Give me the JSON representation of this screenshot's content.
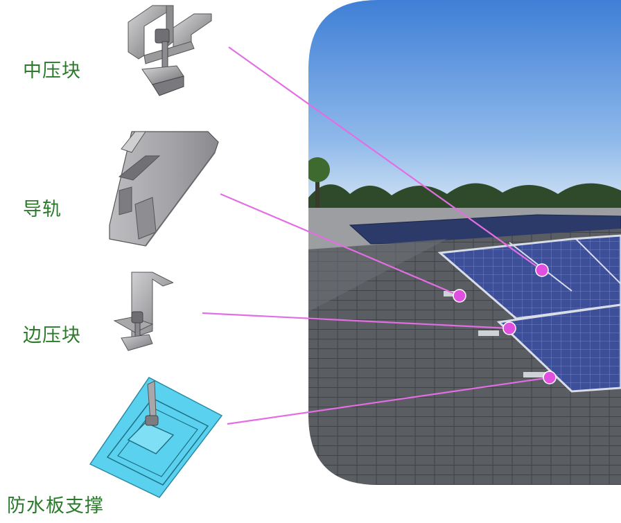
{
  "labels": {
    "mid_clamp": "中压块",
    "rail": "导轨",
    "end_clamp": "边压块",
    "flashing_mount": "防水板支撑"
  },
  "colors": {
    "label_text": "#2a7a2a",
    "leader_line": "#e36ee3",
    "leader_dot": "#e14fe1",
    "metal": "#a9a9ab",
    "flashing": "#5ad2ef"
  }
}
